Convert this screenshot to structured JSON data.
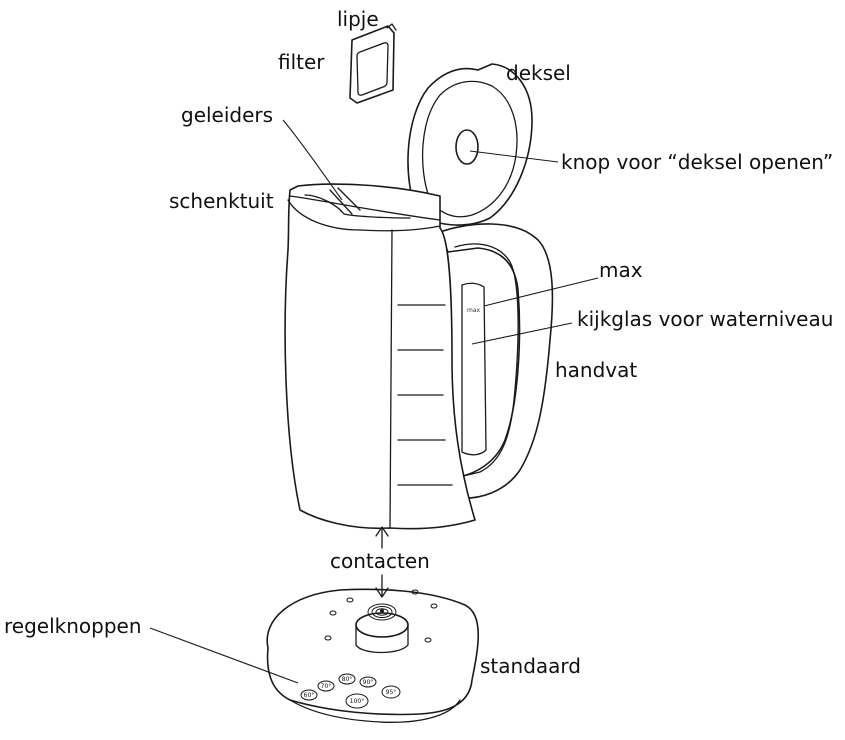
{
  "labels": {
    "lipje": "lipje",
    "filter": "filter",
    "deksel": "deksel",
    "geleiders": "geleiders",
    "knop": "knop voor “deksel openen”",
    "schenktuit": "schenktuit",
    "max": "max",
    "kijkglas": "kijkglas voor waterniveau",
    "handvat": "handvat",
    "contacten": "contacten",
    "regelknoppen": "regelknoppen",
    "standaard": "standaard"
  },
  "window_mark": "max",
  "buttons": [
    "60°",
    "70°",
    "80°",
    "90°",
    "95°",
    "100°"
  ]
}
